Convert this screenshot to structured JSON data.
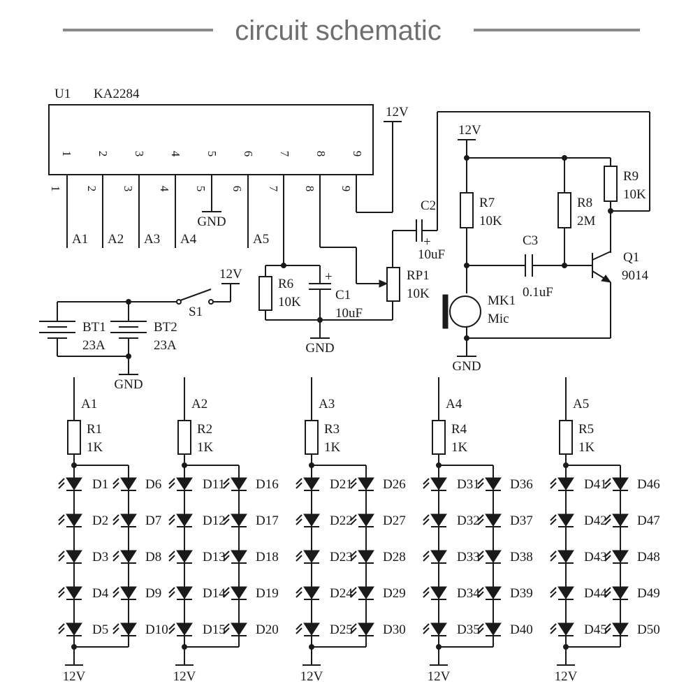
{
  "title": "circuit schematic",
  "ic": {
    "ref": "U1",
    "part": "KA2284",
    "pins": [
      "1",
      "2",
      "3",
      "4",
      "5",
      "6",
      "7",
      "8",
      "9"
    ],
    "outputs": [
      "A1",
      "A2",
      "A3",
      "A4",
      "A5"
    ]
  },
  "power": {
    "vcc": "12V",
    "gnd": "GND"
  },
  "battery": {
    "bt1": "BT1",
    "bt1_value": "23A",
    "bt2": "BT2",
    "bt2_value": "23A",
    "switch": "S1"
  },
  "components": {
    "r6": "R6",
    "r6_value": "10K",
    "c1": "C1",
    "c1_value": "10uF",
    "rp1": "RP1",
    "rp1_value": "10K",
    "c2": "C2",
    "c2_value": "10uF",
    "r7": "R7",
    "r7_value": "10K",
    "r8": "R8",
    "r8_value": "2M",
    "r9": "R9",
    "r9_value": "10K",
    "c3": "C3",
    "c3_value": "0.1uF",
    "q1": "Q1",
    "q1_value": "9014",
    "mk1": "MK1",
    "mk1_value": "Mic",
    "plus": "+"
  },
  "led_groups": [
    {
      "line": "A1",
      "resistor": "R1",
      "value": "1K",
      "left": [
        "D1",
        "D2",
        "D3",
        "D4",
        "D5"
      ],
      "right": [
        "D6",
        "D7",
        "D8",
        "D9",
        "D10"
      ]
    },
    {
      "line": "A2",
      "resistor": "R2",
      "value": "1K",
      "left": [
        "D11",
        "D12",
        "D13",
        "D14",
        "D15"
      ],
      "right": [
        "D16",
        "D17",
        "D18",
        "D19",
        "D20"
      ]
    },
    {
      "line": "A3",
      "resistor": "R3",
      "value": "1K",
      "left": [
        "D21",
        "D22",
        "D23",
        "D24",
        "D25"
      ],
      "right": [
        "D26",
        "D27",
        "D28",
        "D29",
        "D30"
      ]
    },
    {
      "line": "A4",
      "resistor": "R4",
      "value": "1K",
      "left": [
        "D31",
        "D32",
        "D33",
        "D34",
        "D35"
      ],
      "right": [
        "D36",
        "D37",
        "D38",
        "D39",
        "D40"
      ]
    },
    {
      "line": "A5",
      "resistor": "R5",
      "value": "1K",
      "left": [
        "D41",
        "D42",
        "D43",
        "D44",
        "D45"
      ],
      "right": [
        "D46",
        "D47",
        "D48",
        "D49",
        "D50"
      ]
    }
  ]
}
